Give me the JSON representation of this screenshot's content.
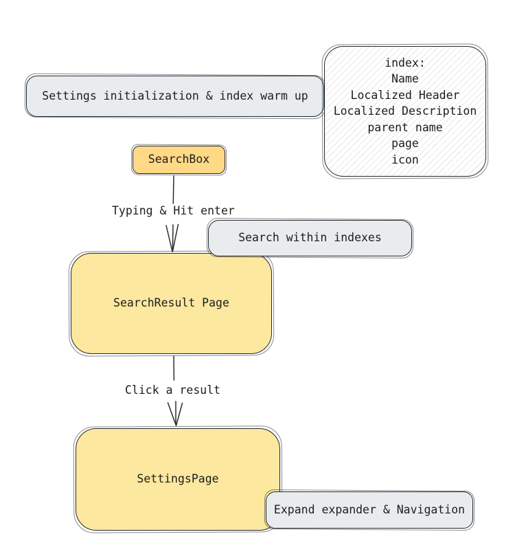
{
  "diagram": {
    "nodes": {
      "settings_init": {
        "label": "Settings initialization & index warm up"
      },
      "index_note": {
        "lines": [
          "index:",
          "Name",
          "Localized Header",
          "Localized Description",
          "parent name",
          "page",
          "icon"
        ]
      },
      "searchbox": {
        "label": "SearchBox"
      },
      "search_within": {
        "label": "Search within indexes"
      },
      "searchresult": {
        "label": "SearchResult Page"
      },
      "settingspage": {
        "label": "SettingsPage"
      },
      "expand_nav": {
        "label": "Expand expander & Navigation"
      }
    },
    "edges": [
      {
        "label": "Typing & Hit enter"
      },
      {
        "label": "Click a result"
      }
    ],
    "colors": {
      "gray_fill": "#e9ecef",
      "yellow_small_fill": "#ffd985",
      "yellow_large_fill": "#fce89e",
      "note_fill": "#ffffff",
      "stroke": "#23272b",
      "text": "#1d1d1d"
    }
  }
}
